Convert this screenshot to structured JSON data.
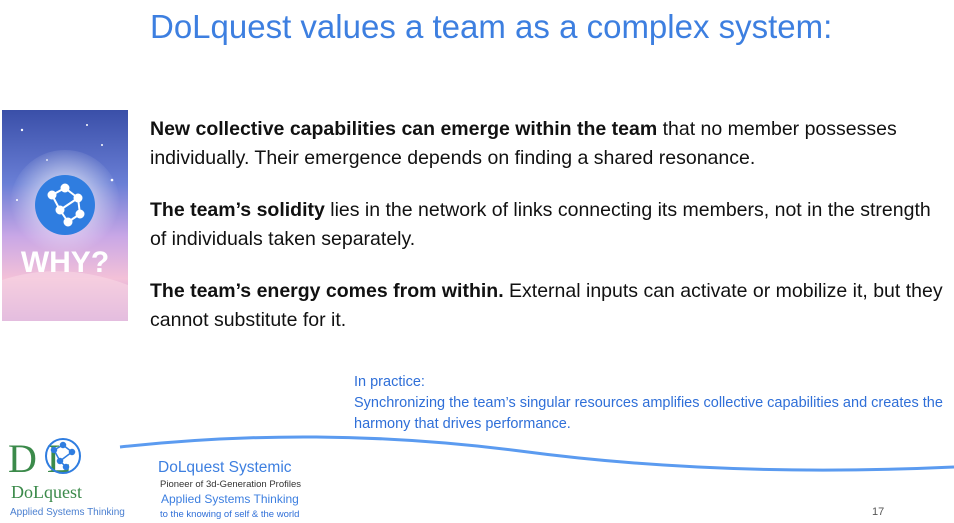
{
  "slide": {
    "title": "DoLquest values a team as a complex system:",
    "image_caption": "WHY?",
    "paragraphs": [
      {
        "bold": "New collective capabilities can emerge within the team",
        "rest": " that no member possesses individually. Their emergence depends on finding a shared resonance."
      },
      {
        "bold": "The team’s solidity",
        "rest": " lies in the network of links connecting its members, not in the strength of individuals taken separately."
      },
      {
        "bold": "The team’s energy comes from within.",
        "rest": " External inputs can activate or mobilize it, but they cannot substitute for it."
      }
    ],
    "practice": {
      "heading": "In practice:",
      "text": "Synchronizing the team’s singular resources amplifies collective capabilities and creates the harmony that drives performance."
    }
  },
  "footer": {
    "logo_letters": "D  L",
    "logo_name": "DoLquest",
    "logo_tagline": "Applied Systems Thinking",
    "brand": "DoLquest Systemic",
    "pioneer": "Pioneer of 3d-Generation Profiles",
    "ast": "Applied Systems Thinking",
    "knowing": "to the knowing of self & the world",
    "page_number": "17"
  },
  "colors": {
    "accent": "#3d7fe0",
    "logo_green": "#3b8a4a"
  }
}
